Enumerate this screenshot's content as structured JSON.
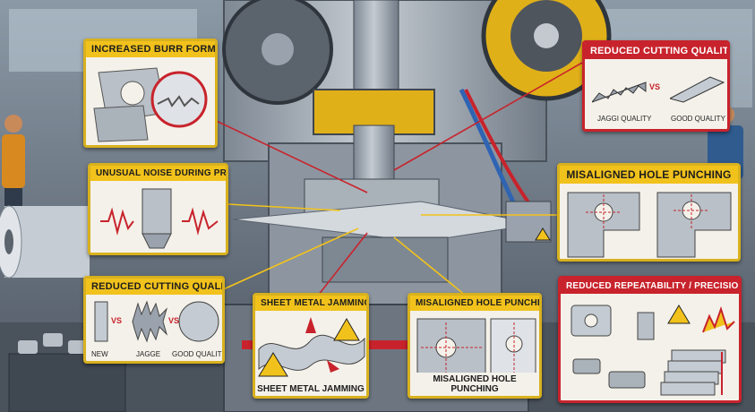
{
  "callouts": {
    "burr": {
      "title": "INCREASED BURR FORMATION"
    },
    "cutting_top": {
      "title": "REDUCED CUTTING QUALITY",
      "left_caption": "JAGGI QUALITY",
      "vs": "VS",
      "right_caption": "GOOD QUALITY"
    },
    "noise": {
      "title": "UNUSUAL NOISE DURING PRESSING"
    },
    "misaligned_right": {
      "title": "MISALIGNED  HOLE PUNCHING"
    },
    "cutting_left": {
      "title": "REDUCED CUTTING QUALITY",
      "captions": [
        "NEW",
        "JAGGE",
        "GOOD QUALITY"
      ],
      "vs1": "VS",
      "vs2": "VS"
    },
    "jamming": {
      "title": "SHEET METAL JAMMING",
      "footer": "SHEET METAL JAMMING"
    },
    "misaligned_center": {
      "title": "MISALIGNED HOLE PUNCHING",
      "footer": "MISALIGNED HOLE PUNCHING"
    },
    "repeatability": {
      "title": "REDUCED REPEATABILITY / PRECISION"
    }
  },
  "colors": {
    "accent_yellow": "#f2c21c",
    "accent_red": "#c8232c",
    "steel": "#9aa3ad"
  }
}
